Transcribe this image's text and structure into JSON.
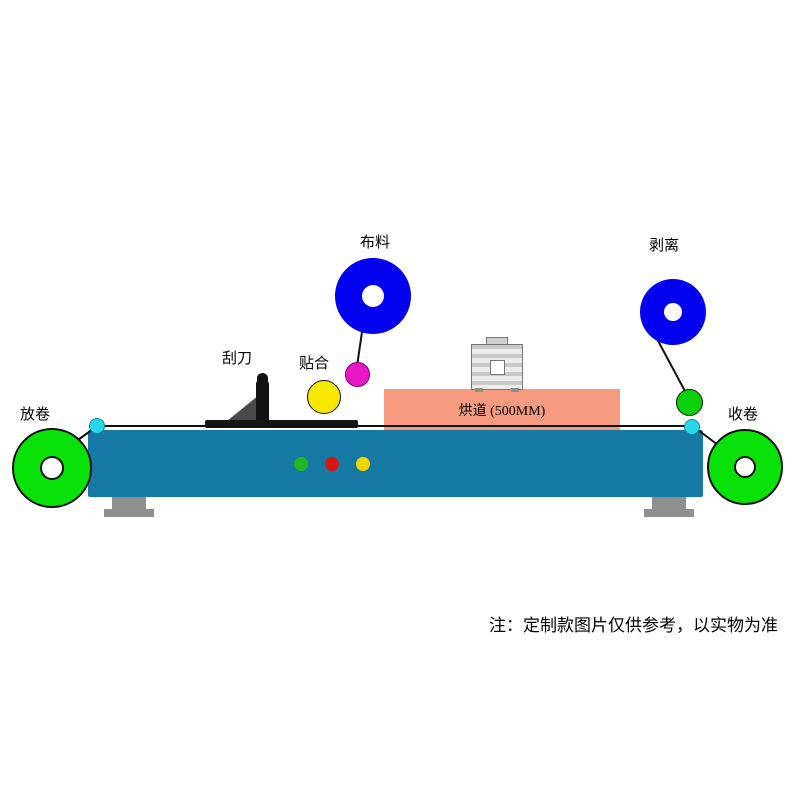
{
  "labels": {
    "fabric": "布料",
    "peel": "剥离",
    "scraper": "刮刀",
    "laminate": "贴合",
    "unwind": "放卷",
    "rewind": "收卷",
    "oven": "烘道 (500MM)",
    "note": "注：定制款图片仅供参考，以实物为准"
  },
  "colors": {
    "machine_body": "#1679a3",
    "oven": "#f69b80",
    "roller_blue": "#0202ee",
    "roller_green": "#08e208",
    "ball_yellow": "#f8e800",
    "ball_magenta": "#e818c8",
    "ball_cyan": "#28d8ea",
    "indicator_green": "#22b822",
    "indicator_red": "#d81414",
    "indicator_yellow": "#f0d400",
    "legs_gray": "#8f8f8f",
    "web_line": "#111111"
  }
}
